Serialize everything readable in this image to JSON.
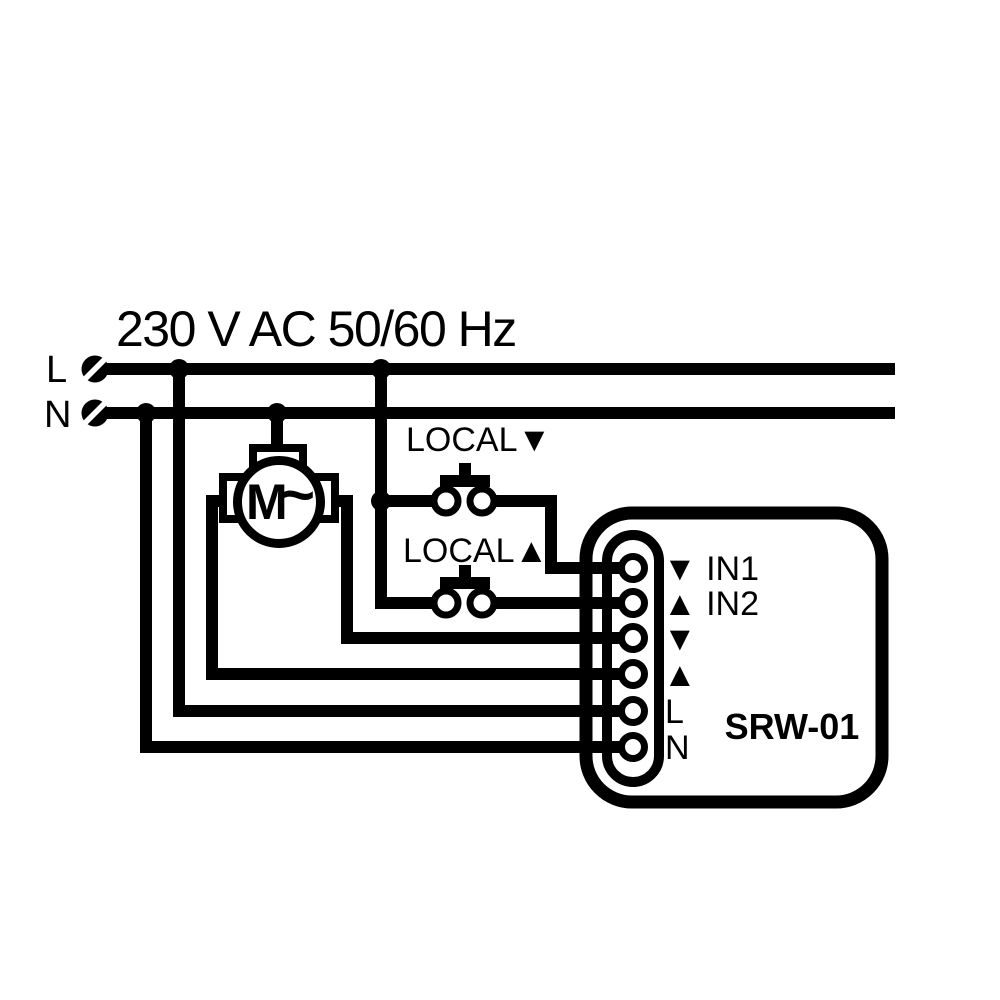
{
  "title": "230 V AC 50/60 Hz",
  "supply": {
    "live_label": "L",
    "neutral_label": "N"
  },
  "motor": {
    "letter": "M",
    "ac_symbol": "~"
  },
  "buttons": {
    "down_label": "LOCAL▼",
    "up_label": "LOCAL▲"
  },
  "device": {
    "name": "SRW-01",
    "terminals": [
      "▼ IN1",
      "▲ IN2",
      "▼",
      "▲",
      "L",
      "N"
    ]
  },
  "colors": {
    "wire": "#000000",
    "background": "#ffffff"
  }
}
